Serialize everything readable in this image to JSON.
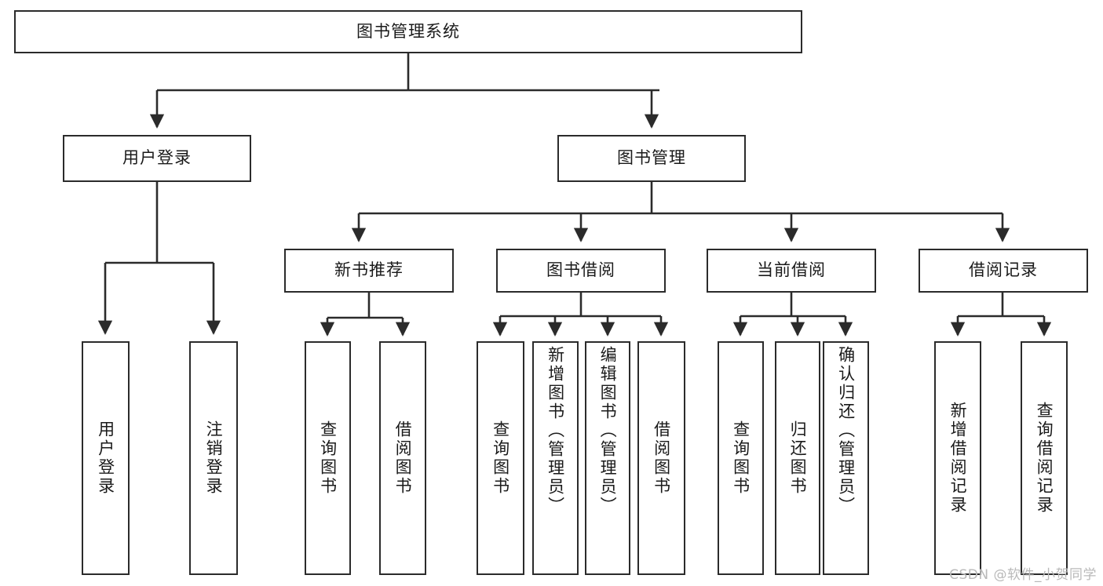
{
  "diagram": {
    "type": "tree",
    "title": "图书管理系统",
    "watermark": "CSDN @软件_小贺同学",
    "colors": {
      "stroke": "#2b2b2b",
      "fill": "#ffffff",
      "text": "#1a1a1a",
      "watermark": "#b9b9b9"
    },
    "root": {
      "label": "图书管理系统"
    },
    "level2": [
      {
        "label": "用户登录"
      },
      {
        "label": "图书管理"
      }
    ],
    "level3": [
      {
        "label": "新书推荐"
      },
      {
        "label": "图书借阅"
      },
      {
        "label": "当前借阅"
      },
      {
        "label": "借阅记录"
      }
    ],
    "leaves": {
      "user_login": [
        {
          "label": "用户登录"
        },
        {
          "label": "注销登录"
        }
      ],
      "new_book_recommend": [
        {
          "label": "查询图书"
        },
        {
          "label": "借阅图书"
        }
      ],
      "book_borrow": [
        {
          "label": "查询图书"
        },
        {
          "label": "新增图书（管理员）"
        },
        {
          "label": "编辑图书（管理员）"
        },
        {
          "label": "借阅图书"
        }
      ],
      "current_borrow": [
        {
          "label": "查询图书"
        },
        {
          "label": "归还图书"
        },
        {
          "label": "确认归还（管理员）"
        }
      ],
      "borrow_record": [
        {
          "label": "新增借阅记录"
        },
        {
          "label": "查询借阅记录"
        }
      ]
    }
  }
}
